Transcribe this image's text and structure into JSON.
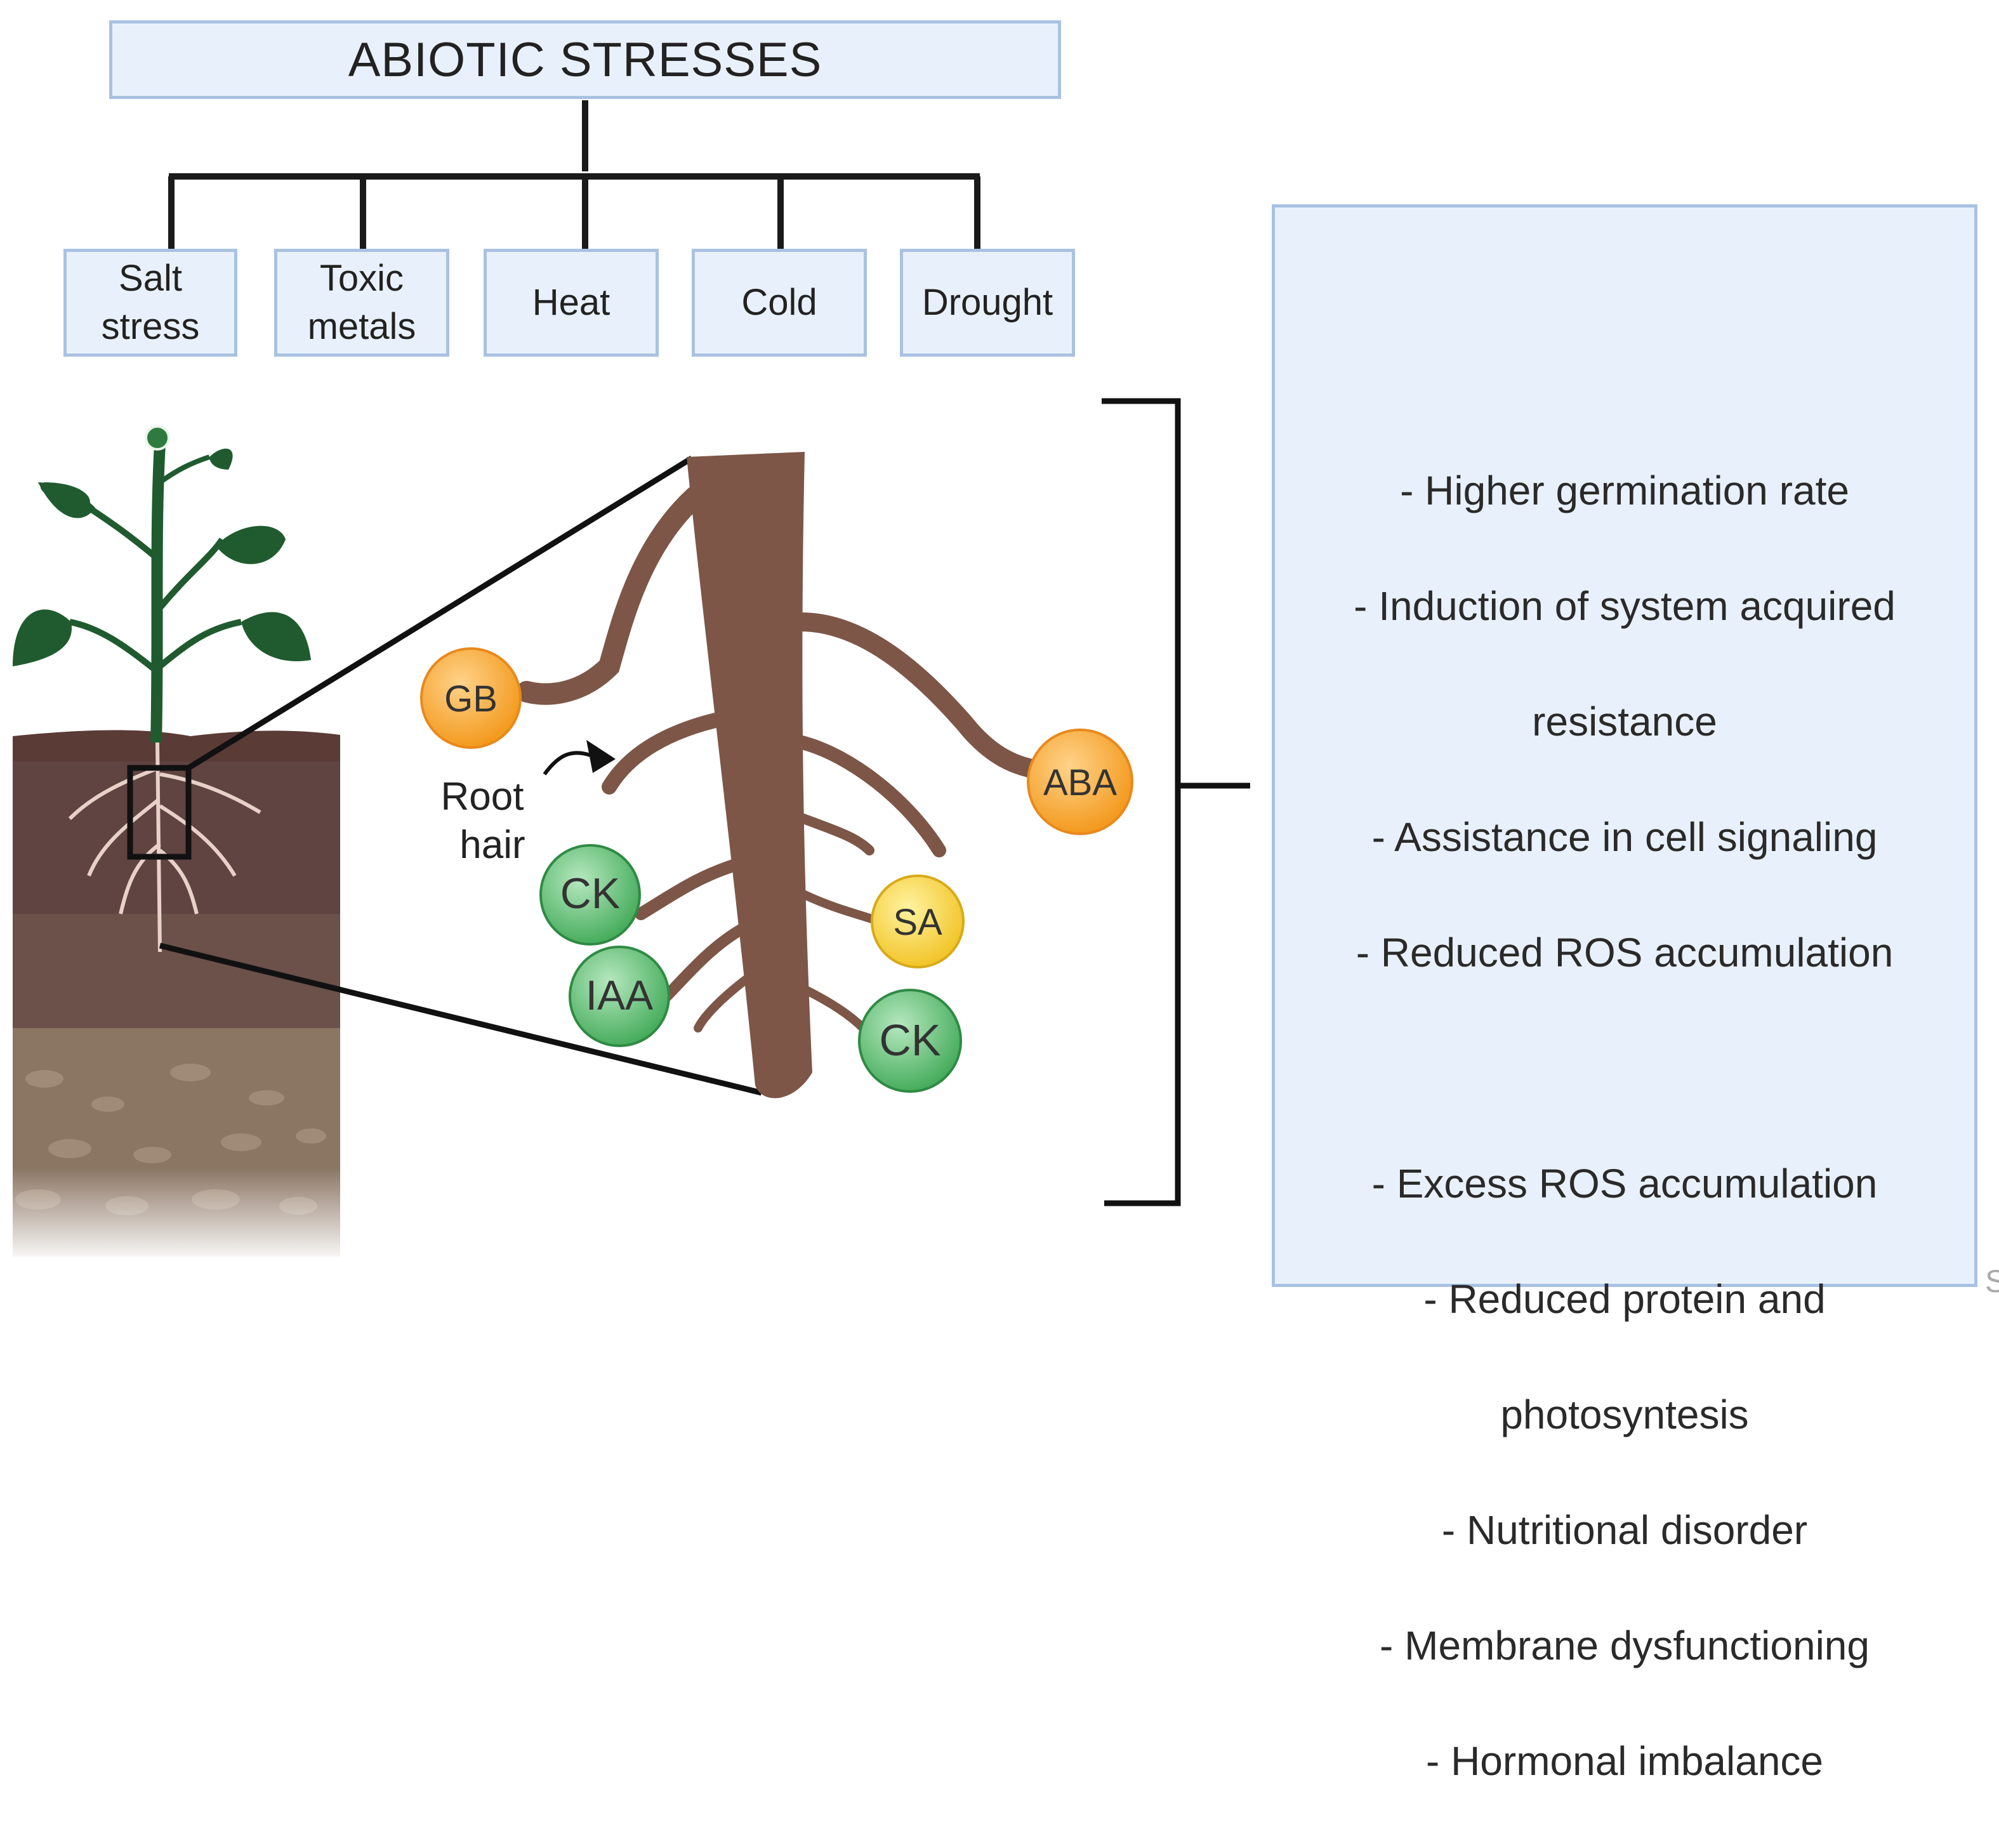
{
  "title": "ABIOTIC STRESSES",
  "stresses": [
    "Salt\nstress",
    "Toxic\nmetals",
    "Heat",
    "Cold",
    "Drought"
  ],
  "root_label": [
    "Root",
    "hair"
  ],
  "hormones": {
    "gb": "GB",
    "aba": "ABA",
    "ck_upper": "CK",
    "iaa": "IAA",
    "sa": "SA",
    "ck_lower": "CK"
  },
  "positive_effects": [
    "- Higher germination rate",
    "- Induction of system acquired",
    "resistance",
    "- Assistance in cell signaling",
    "- Reduced ROS accumulation"
  ],
  "negative_effects": [
    "- Excess ROS accumulation",
    "- Reduced protein and",
    "photosyntesis",
    "- Nutritional disorder",
    "- Membrane dysfunctioning",
    "- Hormonal imbalance"
  ],
  "corner_mark": "S",
  "colors": {
    "box_fill": "#e8f1fb",
    "box_border": "#a9c2e2",
    "root": "#7d5647",
    "leaf": "#1f5b2e",
    "orange_hormone": "#f5a623",
    "yellow_hormone": "#f7d33a",
    "green_hormone": "#5cbf6f"
  }
}
